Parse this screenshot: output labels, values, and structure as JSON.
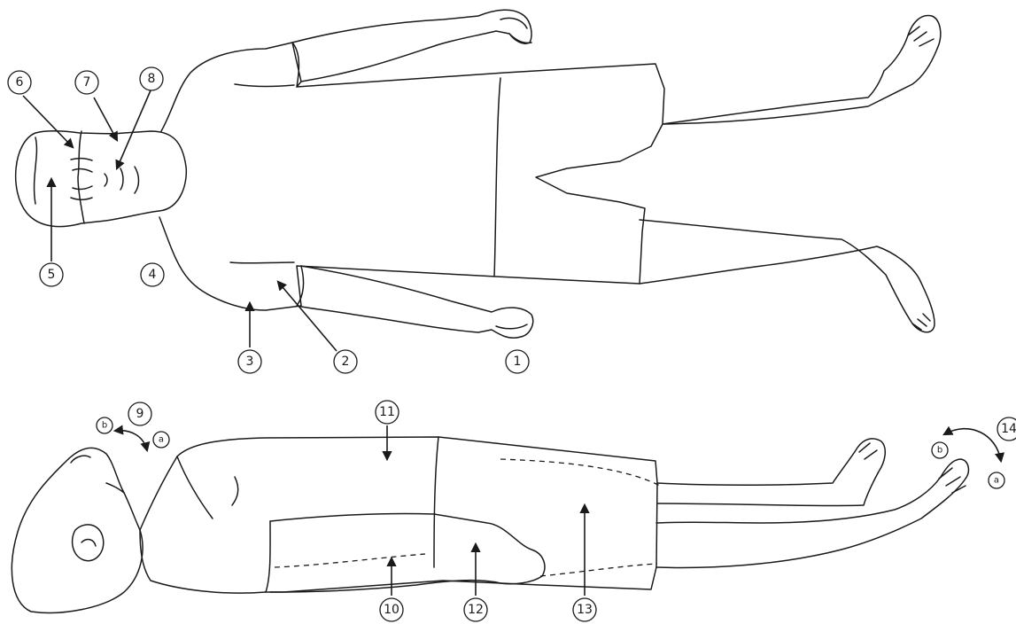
{
  "labels": {
    "l1": "1",
    "l2": "2",
    "l3": "3",
    "l4": "4",
    "l5": "5",
    "l6": "6",
    "l7": "7",
    "l8": "8",
    "l9": "9",
    "l10": "10",
    "l11": "11",
    "l12": "12",
    "l13": "13",
    "l14": "14",
    "l9a": "a",
    "l9b": "b",
    "l14a": "a",
    "l14b": "b"
  }
}
